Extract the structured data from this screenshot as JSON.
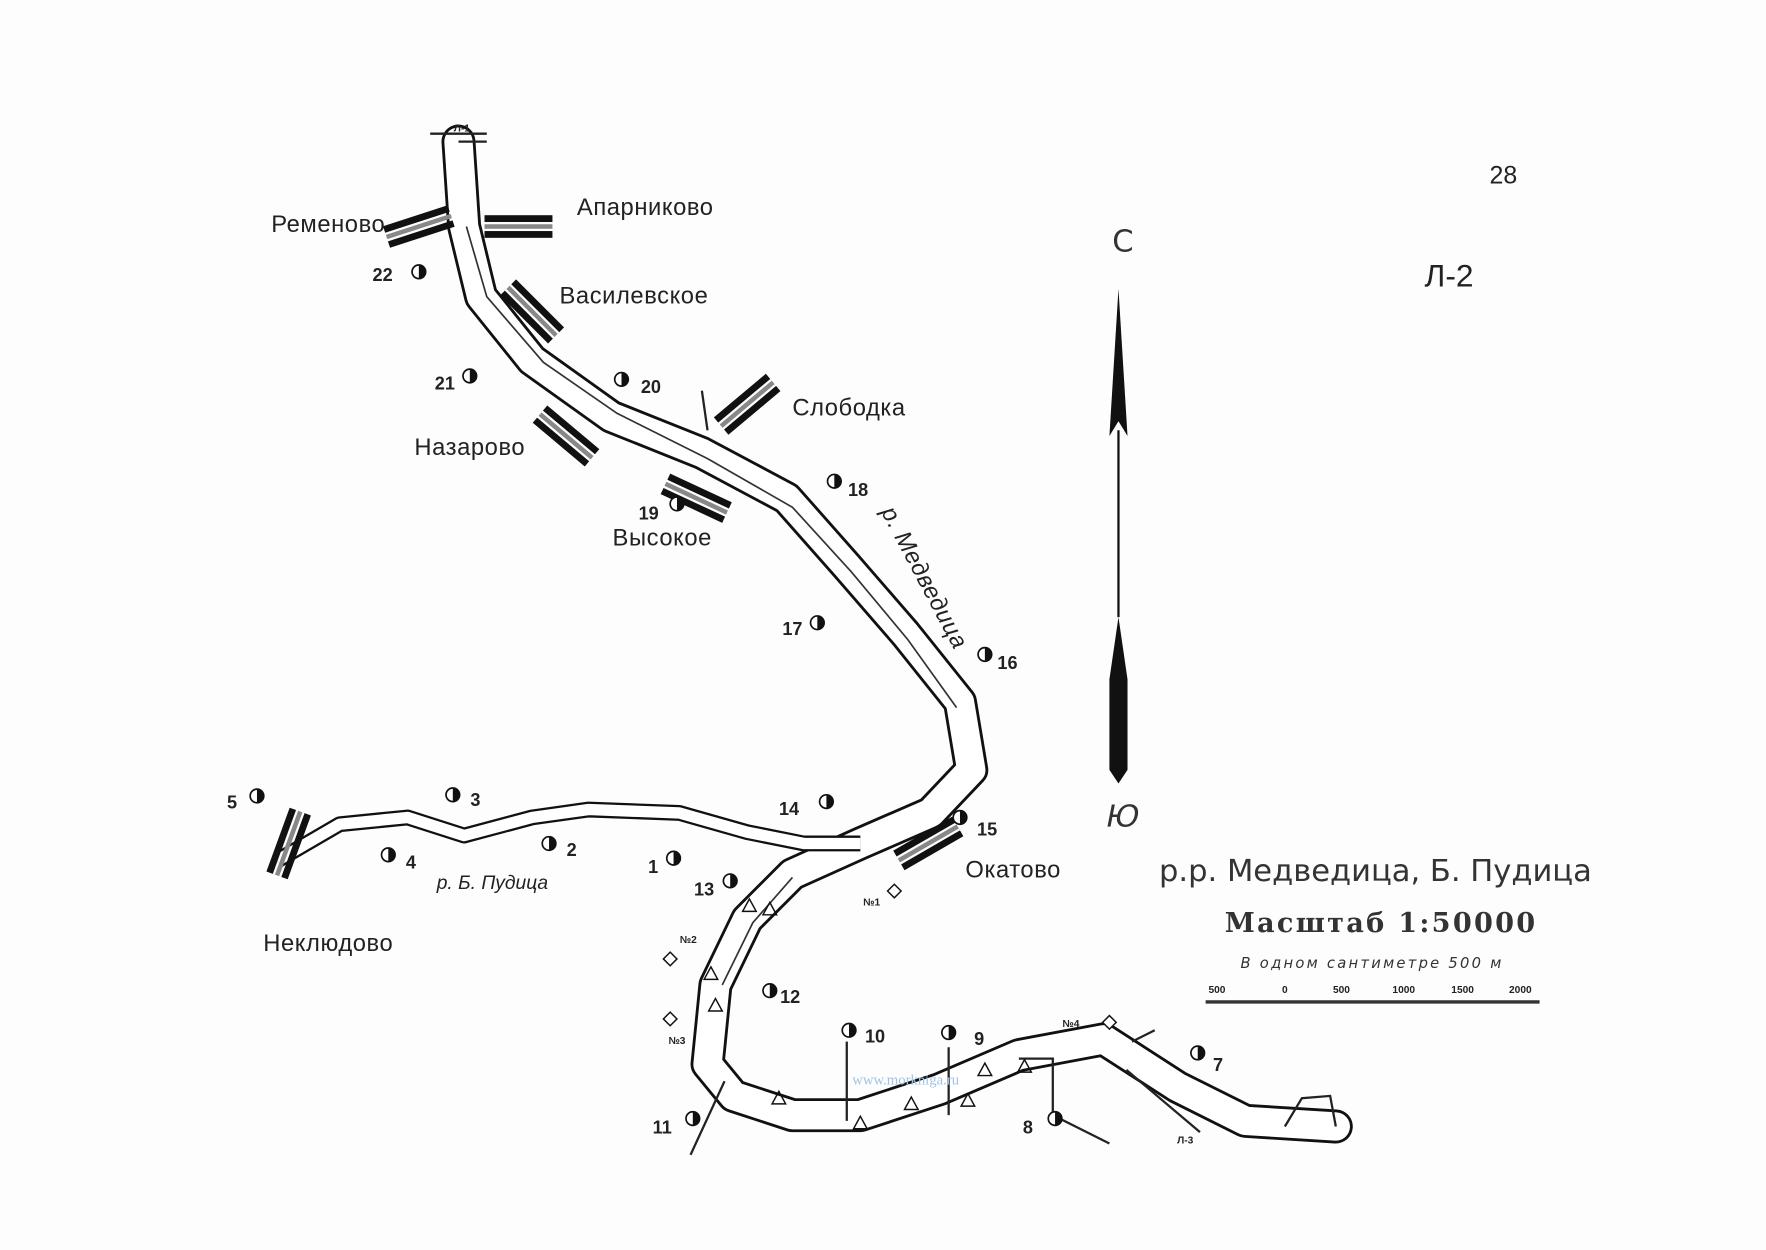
{
  "page_number": "28",
  "sheet": "Л-2",
  "compass": {
    "north": "С",
    "south": "Ю"
  },
  "legend": {
    "title": "р.р. Медведица, Б. Пудица",
    "scale": "Масштаб 1:50000",
    "note": "В одном сантиметре 500 м",
    "ticks": [
      "500",
      "0",
      "500",
      "1000",
      "1500",
      "2000"
    ]
  },
  "rivers": {
    "medveditsa": "р. Медведица",
    "pudica": "р. Б. Пудица"
  },
  "villages": [
    "Ременово",
    "Апарниково",
    "Василевское",
    "Слободка",
    "Назарово",
    "Высокое",
    "Окатово",
    "Неклюдово"
  ],
  "points": [
    "1",
    "2",
    "3",
    "4",
    "5",
    "7",
    "8",
    "9",
    "10",
    "11",
    "12",
    "13",
    "14",
    "15",
    "16",
    "17",
    "18",
    "19",
    "20",
    "21",
    "22"
  ],
  "stations": [
    "№1",
    "№2",
    "№3",
    "№4"
  ],
  "sheet_links": {
    "prev": "Л-1",
    "next": "Л-3"
  },
  "watermark": "www.morkniga.ru"
}
